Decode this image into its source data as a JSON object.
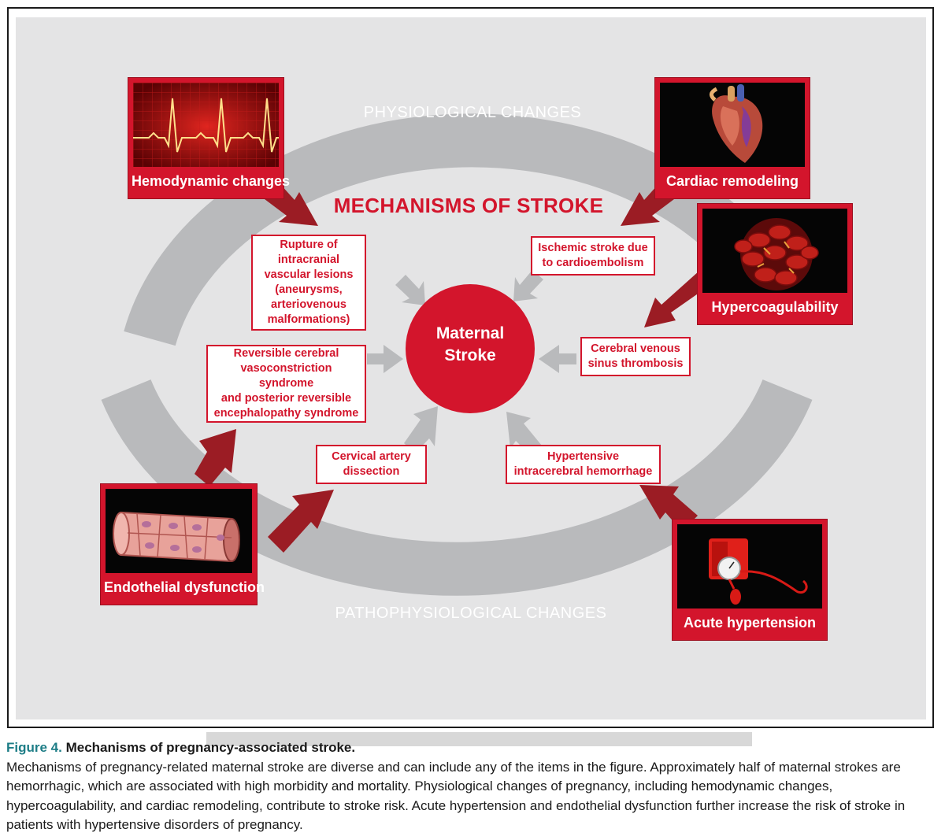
{
  "diagram": {
    "title": "MECHANISMS OF STROKE",
    "top_ring_label": "PHYSIOLOGICAL CHANGES",
    "bottom_ring_label": "PATHOPHYSIOLOGICAL CHANGES",
    "center": "Maternal\nStroke",
    "panels": {
      "hemodynamic": "Hemodynamic changes",
      "cardiac": "Cardiac remodeling",
      "hypercoag": "Hypercoagulability",
      "endothelial": "Endothelial dysfunction",
      "hypertension": "Acute hypertension"
    },
    "mechanisms": {
      "rupture": "Rupture of intracranial\nvascular lesions\n(aneurysms,\narteriovenous\nmalformations)",
      "ischemic": "Ischemic stroke due\nto cardioembolism",
      "venous": "Cerebral venous\nsinus thrombosis",
      "rcvs": "Reversible cerebral\nvasoconstriction syndrome\nand posterior reversible\nencephalopathy syndrome",
      "cervical": "Cervical artery\ndissection",
      "ich": "Hypertensive\nintracerebral hemorrhage"
    },
    "colors": {
      "accent_red": "#d3152c",
      "arrow_dark_red": "#9b1c24",
      "ring_gray": "#b9babc",
      "background_gray": "#e4e4e5",
      "caption_teal": "#1d7d86"
    }
  },
  "caption": {
    "figure_number": "Figure 4.",
    "figure_title": "Mechanisms of pregnancy-associated stroke.",
    "text": "Mechanisms of pregnancy-related maternal stroke are diverse and can include any of the items in the figure. Approximately half of maternal strokes are hemorrhagic, which are associated with high morbidity and mortality. Physiological changes of pregnancy, including hemodynamic changes, hypercoagulability, and cardiac remodeling, contribute to stroke risk. Acute hypertension and endothelial dysfunction further increase the risk of stroke in patients with hypertensive disorders of pregnancy."
  }
}
